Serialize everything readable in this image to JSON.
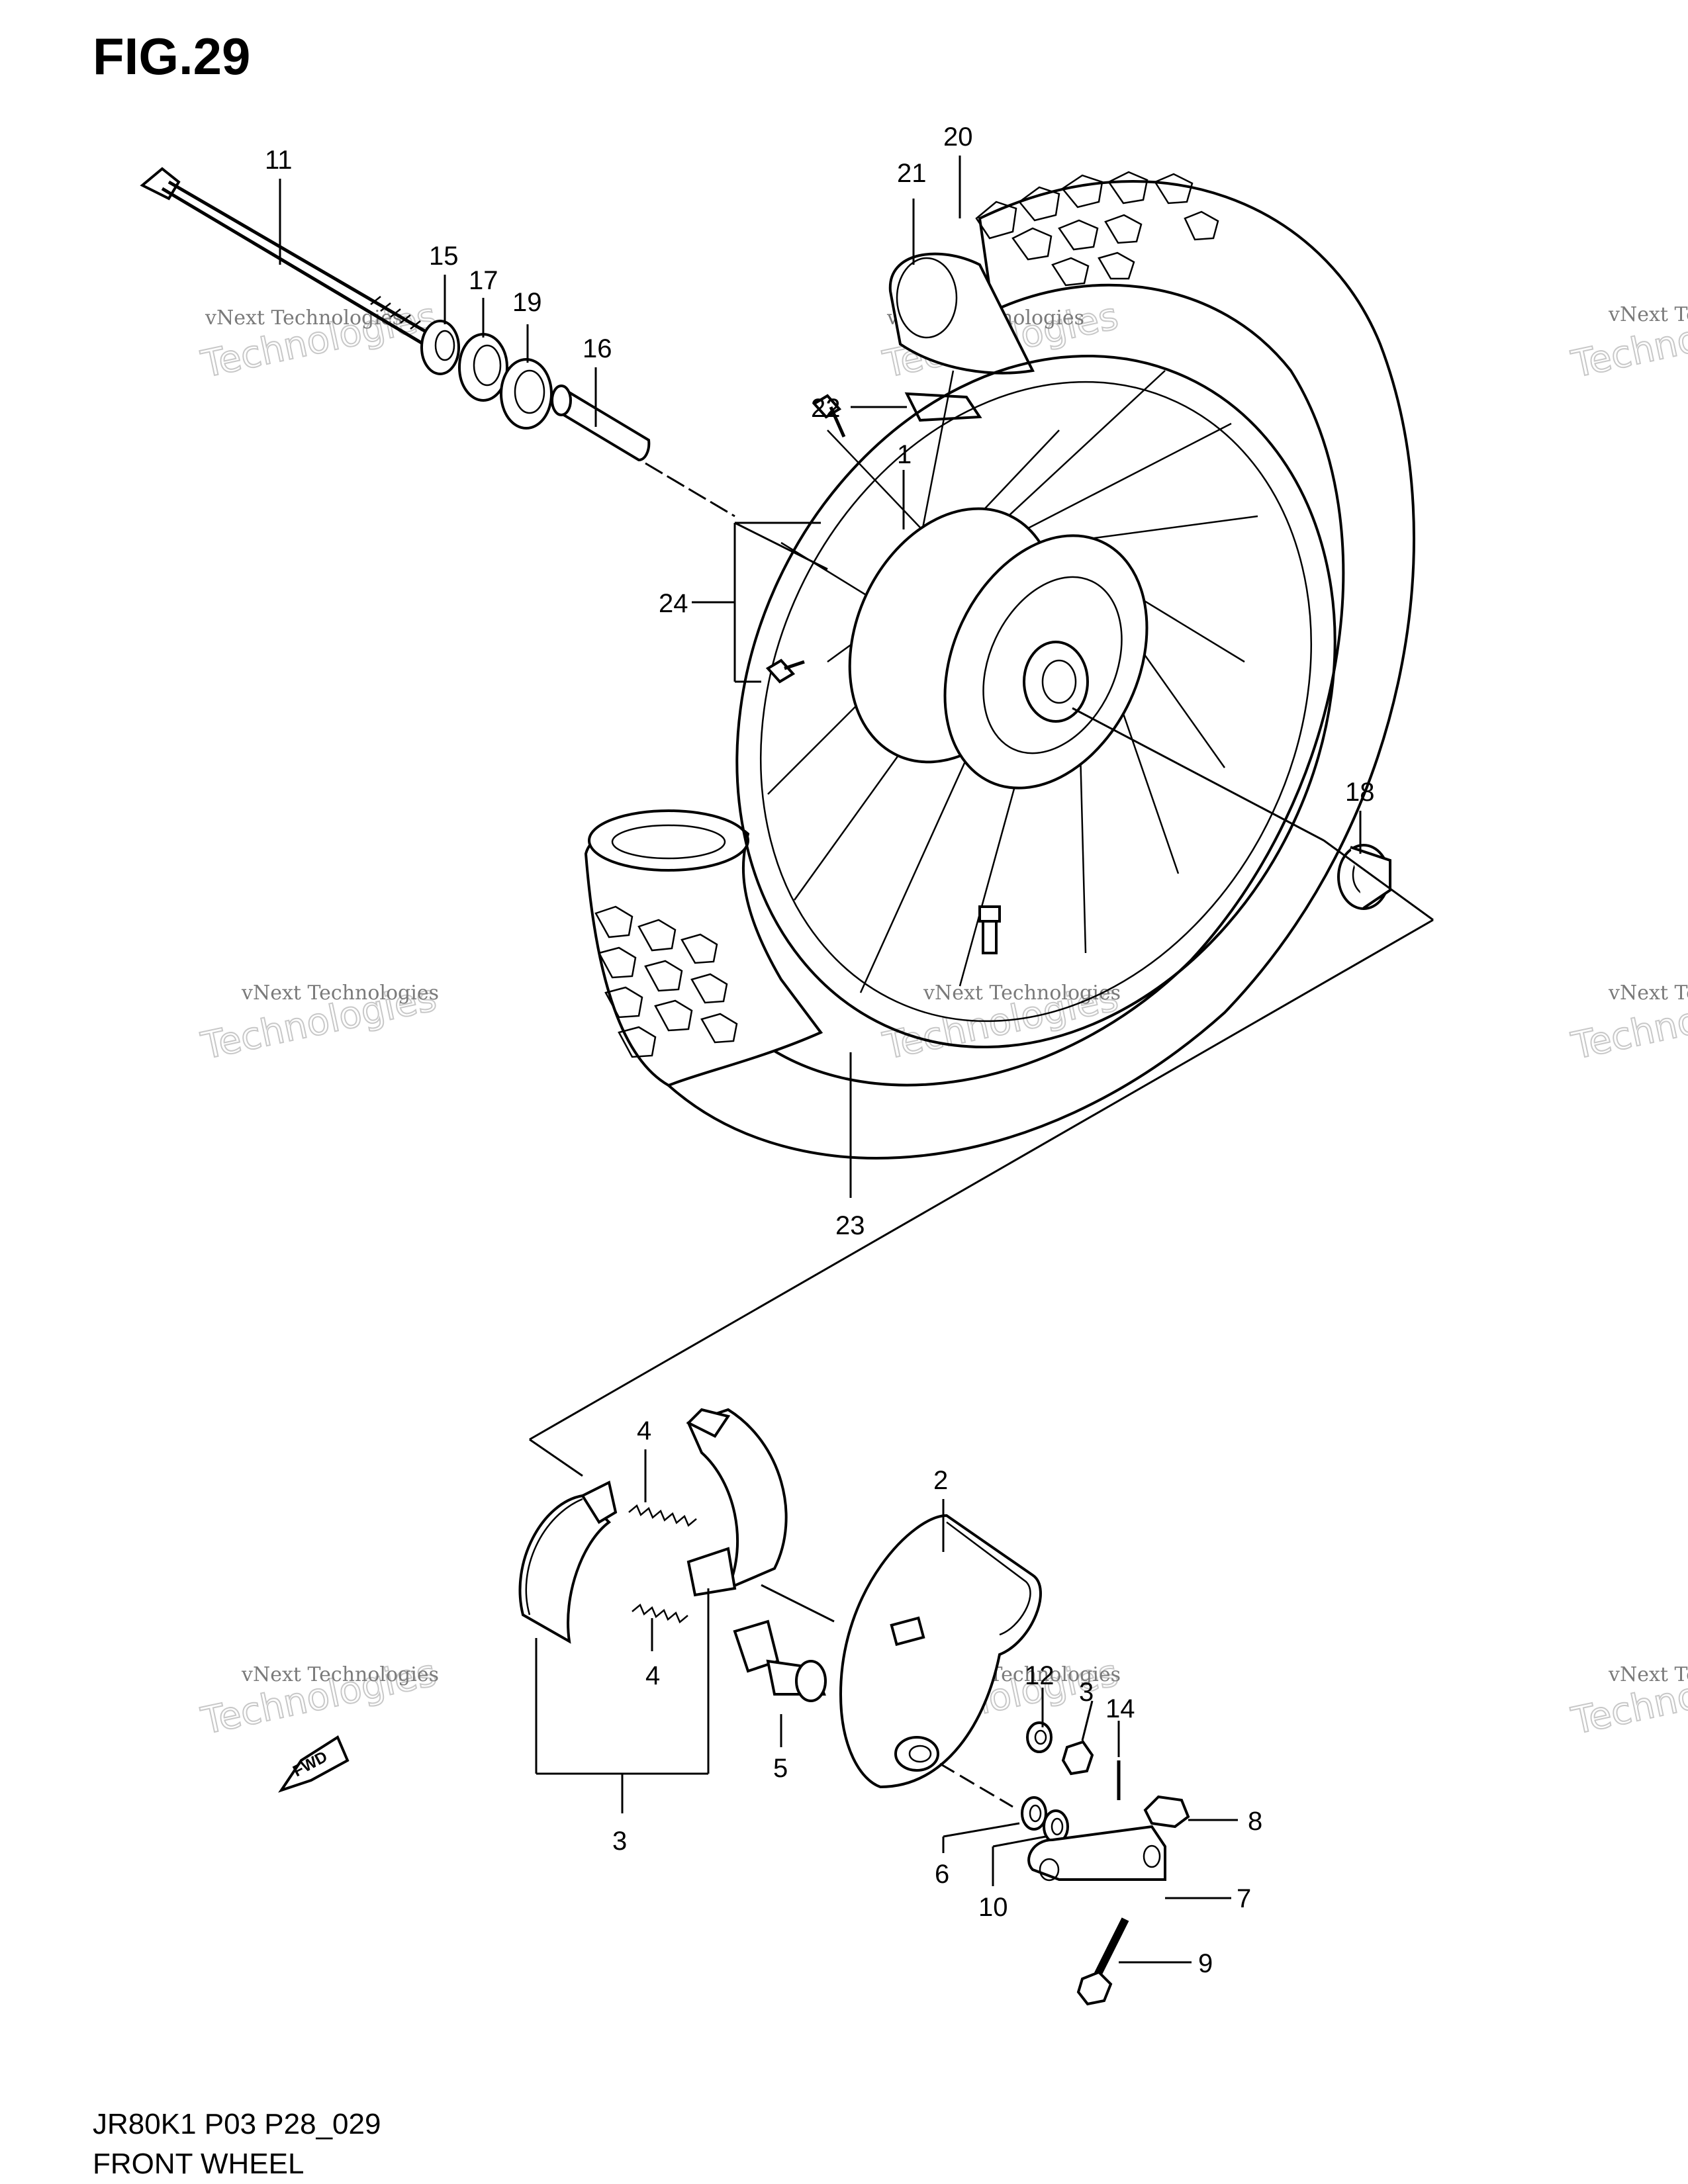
{
  "figure": {
    "title": "FIG.29"
  },
  "footer": {
    "model_code": "JR80K1 P03 P28_029",
    "section_name": "FRONT WHEEL"
  },
  "fwd_badge": "FWD",
  "watermark": {
    "line1": "vNext Technologies",
    "line2": "Technologies",
    "line3": "vNext"
  },
  "callouts": {
    "c1": "1",
    "c2": "2",
    "c3a": "3",
    "c3b": "3",
    "c4a": "4",
    "c4b": "4",
    "c5": "5",
    "c6": "6",
    "c7": "7",
    "c8": "8",
    "c9": "9",
    "c10": "10",
    "c11": "11",
    "c12": "12",
    "c14": "14",
    "c15": "15",
    "c16": "16",
    "c17": "17",
    "c18": "18",
    "c19": "19",
    "c20": "20",
    "c21": "21",
    "c22": "22",
    "c23": "23",
    "c24": "24"
  }
}
